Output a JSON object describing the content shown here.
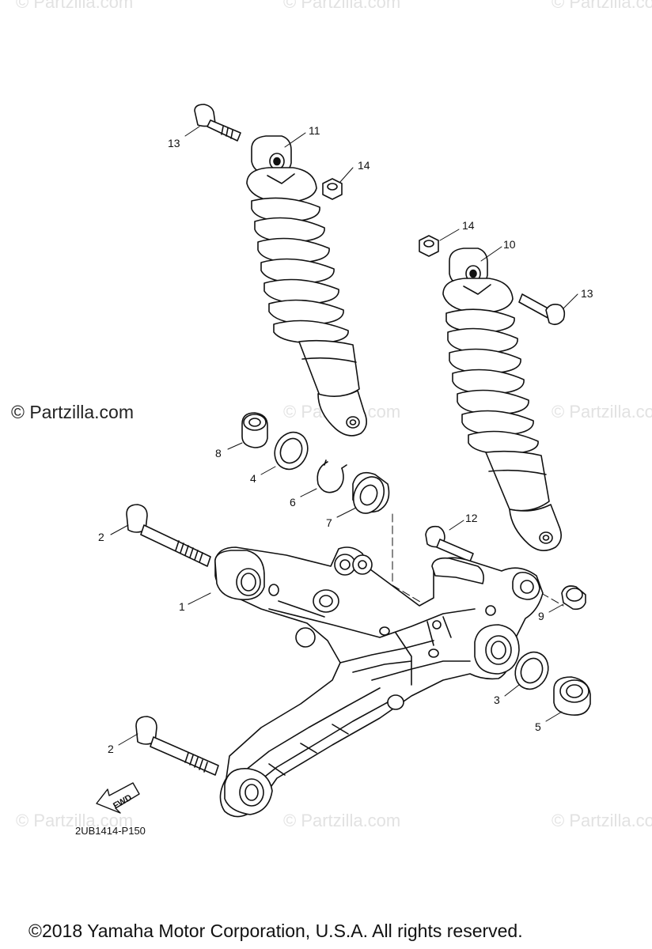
{
  "watermark": "© Partzilla.com",
  "brand": "© Partzilla.com",
  "diagram_code": "2UB1414-P150",
  "fwd_label": "FWD",
  "copyright": "©2018  Yamaha Motor Corporation, U.S.A. All rights reserved.",
  "callouts": [
    "1",
    "2",
    "2",
    "3",
    "4",
    "5",
    "6",
    "7",
    "8",
    "9",
    "10",
    "11",
    "12",
    "13",
    "13",
    "14",
    "14"
  ]
}
